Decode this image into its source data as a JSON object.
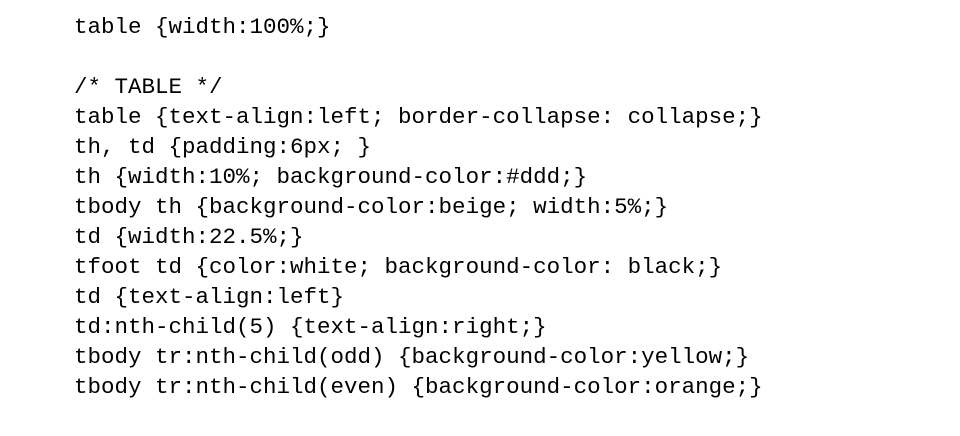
{
  "code": {
    "lines": [
      "table {width:100%;}",
      "",
      "/* TABLE */",
      "table {text-align:left; border-collapse: collapse;}",
      "th, td {padding:6px; }",
      "th {width:10%; background-color:#ddd;}",
      "tbody th {background-color:beige; width:5%;}",
      "td {width:22.5%;}",
      "tfoot td {color:white; background-color: black;}",
      "td {text-align:left}",
      "td:nth-child(5) {text-align:right;}",
      "tbody tr:nth-child(odd) {background-color:yellow;}",
      "tbody tr:nth-child(even) {background-color:orange;}"
    ]
  }
}
